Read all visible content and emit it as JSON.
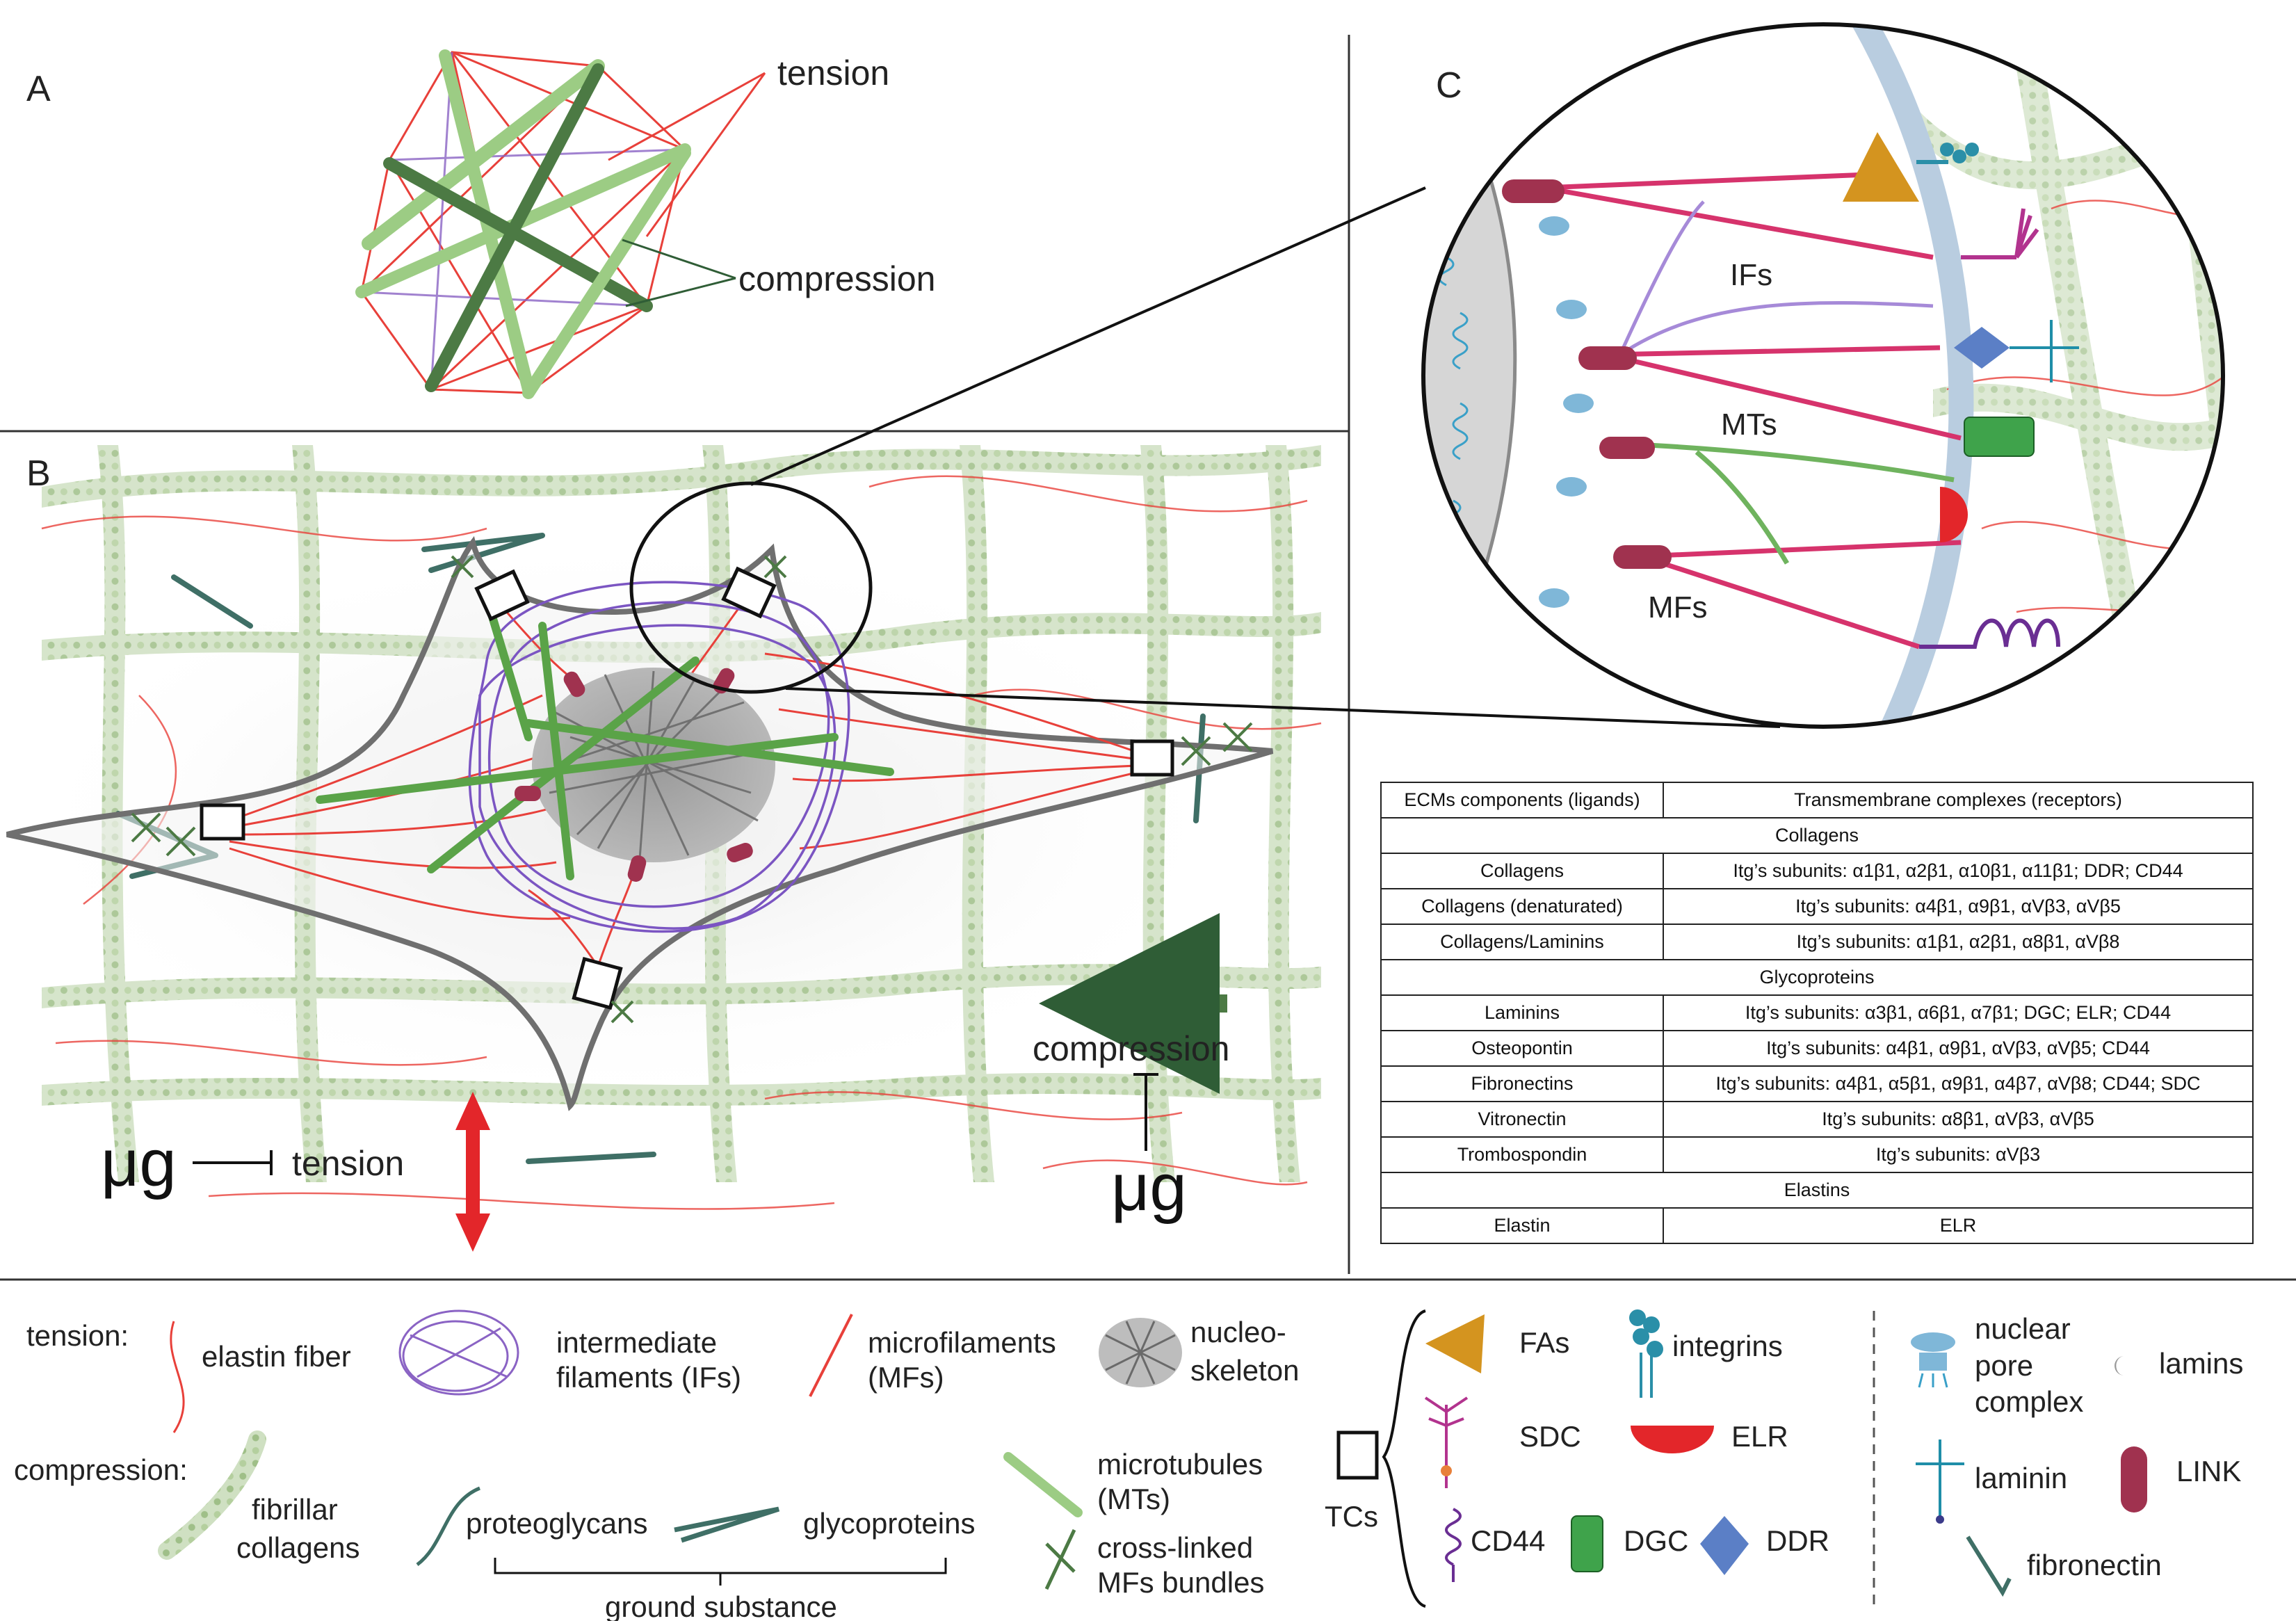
{
  "panels": {
    "a": {
      "letter": "A",
      "tension_label": "tension",
      "compression_label": "compression"
    },
    "b": {
      "letter": "B",
      "compression_label": "compression",
      "tension_label": "tension",
      "mu_g_left": "μg",
      "mu_g_right": "μg"
    },
    "c": {
      "letter": "C",
      "ifs_label": "IFs",
      "mts_label": "MTs",
      "mfs_label": "MFs"
    }
  },
  "table": {
    "headers": [
      "ECMs components (ligands)",
      "Transmembrane complexes (receptors)"
    ],
    "rows": [
      {
        "section": "Collagens"
      },
      {
        "ligand": "Collagens",
        "receptor": "Itg’s subunits: α1β1, α2β1, α10β1, α11β1; DDR; CD44"
      },
      {
        "ligand": "Collagens (denaturated)",
        "receptor": "Itg’s subunits: α4β1, α9β1, αVβ3, αVβ5"
      },
      {
        "ligand": "Collagens/Laminins",
        "receptor": "Itg’s subunits: α1β1, α2β1, α8β1, αVβ8"
      },
      {
        "section": "Glycoproteins"
      },
      {
        "ligand": "Laminins",
        "receptor": "Itg’s subunits: α3β1, α6β1, α7β1; DGC; ELR; CD44"
      },
      {
        "ligand": "Osteopontin",
        "receptor": "Itg’s subunits: α4β1, α9β1, αVβ3, αVβ5; CD44"
      },
      {
        "ligand": "Fibronectins",
        "receptor": "Itg’s subunits: α4β1, α5β1, α9β1, α4β7, αVβ8; CD44; SDC"
      },
      {
        "ligand": "Vitronectin",
        "receptor": "Itg’s subunits: α8β1, αVβ3, αVβ5"
      },
      {
        "ligand": "Trombospondin",
        "receptor": "Itg’s subunits: αVβ3"
      },
      {
        "section": "Elastins"
      },
      {
        "ligand": "Elastin",
        "receptor": "ELR"
      }
    ]
  },
  "legend": {
    "tension_heading": "tension:",
    "compression_heading": "compression:",
    "elastin_fiber": "elastin fiber",
    "if_line1": "intermediate",
    "if_line2": "filaments (IFs)",
    "mf_line1": "microfilaments",
    "mf_line2": "(MFs)",
    "ns_line1": "nucleo-",
    "ns_line2": "skeleton",
    "fc_line1": "fibrillar",
    "fc_line2": "collagens",
    "proteoglycans": "proteoglycans",
    "glycoproteins": "glycoproteins",
    "ground_substance": "ground substance",
    "mt_line1": "microtubules",
    "mt_line2": "(MTs)",
    "cl_line1": "cross-linked",
    "cl_line2": "MFs  bundles",
    "tcs": "TCs",
    "fas": "FAs",
    "integrins": "integrins",
    "sdc": "SDC",
    "elr": "ELR",
    "cd44": "CD44",
    "dgc": "DGC",
    "ddr": "DDR",
    "npc_line1": "nuclear",
    "npc_line2": "pore",
    "npc_line3": "complex",
    "lamins": "lamins",
    "laminin": "laminin",
    "link": "LINK",
    "fibronectin": "fibronectin"
  },
  "colors": {
    "tension_red": "#e8403a",
    "compression_green": "#7cc06a",
    "dark_green": "#4c7a44",
    "if_purple": "#8a63c4",
    "link_maroon": "#a0324f",
    "fa_orange": "#d4941f",
    "dgc_green": "#3fa34b",
    "ddr_blue": "#5b7fc6",
    "elr_red": "#e3262a",
    "membrane_blue": "#b9cde0"
  }
}
